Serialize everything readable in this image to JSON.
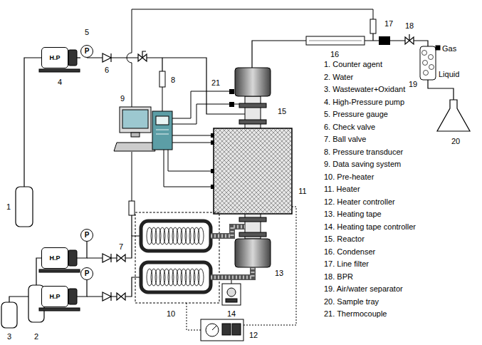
{
  "diagram": {
    "nodes": [
      {
        "text": [
          "H.P"
        ]
      },
      {
        "text": [
          "P"
        ]
      },
      {
        "text": [
          "H.P"
        ]
      },
      {
        "text": [
          "P"
        ]
      },
      {
        "text": [
          "H.P"
        ]
      },
      {
        "text": [
          "P"
        ]
      }
    ],
    "edges": [
      {
        "from": 0,
        "to": 1,
        "arrow": "none"
      },
      {
        "from": 2,
        "to": 3,
        "arrow": "none"
      },
      {
        "from": 4,
        "to": 5,
        "arrow": "none"
      }
    ],
    "labels": [
      "17",
      "18",
      "5",
      "16",
      "Gas",
      "4",
      "6",
      "8",
      "21",
      "Liquid",
      "19",
      "9",
      "15",
      "20",
      "11",
      "1",
      "7",
      "13",
      "10",
      "14",
      "12",
      "3",
      "2",
      "1. Counter agent",
      "2. Water",
      "3. Wastewater+Oxidant",
      "4. High-Pressure pump",
      "5. Pressure gauge",
      "6. Check valve",
      "7. Ball valve",
      "8. Pressure transducer",
      "9. Data saving system",
      "10. Pre-heater",
      "11. Heater",
      "12. Heater controller",
      "13. Heating tape",
      "14. Heating tape controller",
      "15. Reactor",
      "16. Condenser",
      "17. Line filter",
      "18. BPR",
      "19. Air/water separator",
      "20. Sample tray",
      "21. Thermocouple"
    ]
  }
}
